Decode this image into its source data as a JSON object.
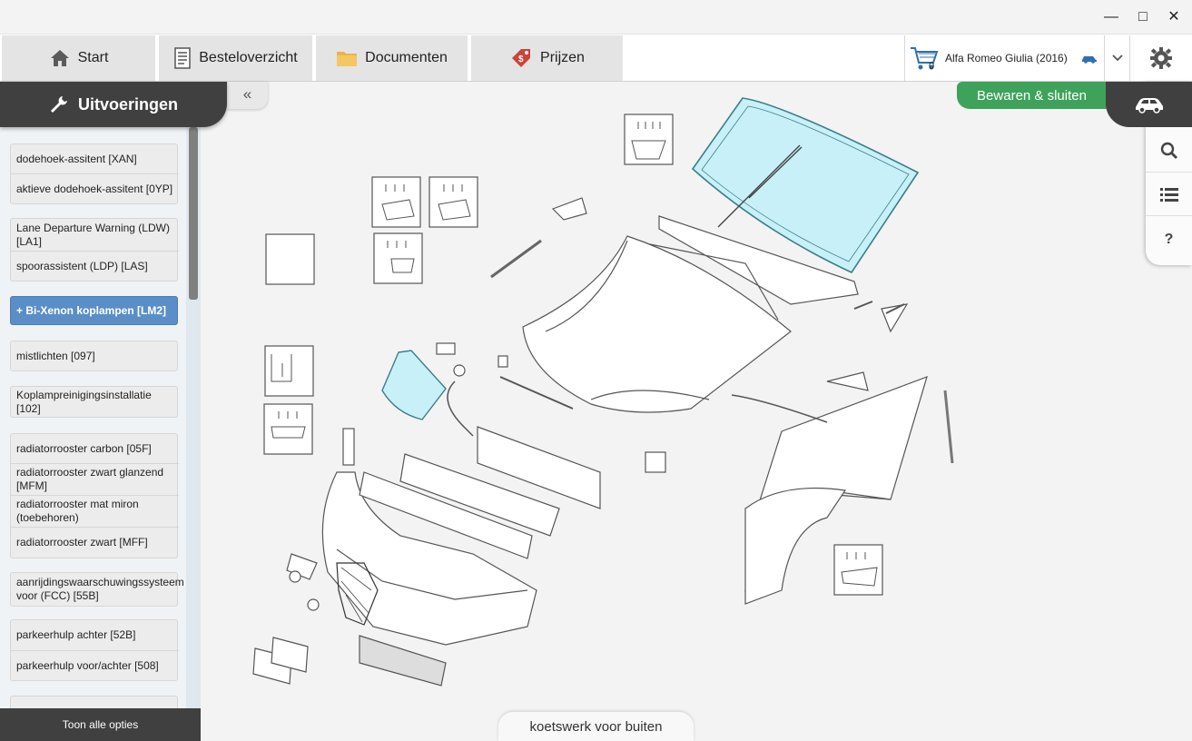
{
  "window": {
    "minimize": "—",
    "maximize": "□",
    "close": "✕"
  },
  "tabs": [
    {
      "label": "Start",
      "icon": "home-icon"
    },
    {
      "label": "Besteloverzicht",
      "icon": "order-list-icon"
    },
    {
      "label": "Documenten",
      "icon": "folder-icon"
    },
    {
      "label": "Prijzen",
      "icon": "price-tag-icon"
    }
  ],
  "vehicle": {
    "label": "Alfa Romeo Giulia (2016)",
    "cart_count": "0"
  },
  "sidebar": {
    "title": "Uitvoeringen",
    "collapse": "«",
    "show_all": "Toon alle opties",
    "groups": [
      {
        "items": [
          "dodehoek-assitent [XAN]",
          "aktieve dodehoek-assitent [0YP]"
        ]
      },
      {
        "items": [
          "Lane Departure Warning (LDW) [LA1]",
          "spoorassistent (LDP) [LAS]"
        ]
      },
      {
        "items": [
          "+ Bi-Xenon koplampen [LM2]"
        ],
        "selected": true
      },
      {
        "items": [
          "mistlichten [097]"
        ]
      },
      {
        "items": [
          "Koplampreinigingsinstallatie [102]"
        ]
      },
      {
        "items": [
          "radiatorrooster carbon [05F]",
          "radiatorrooster zwart glanzend [MFM]",
          "radiatorrooster mat miron (toebehoren)",
          "radiatorrooster zwart [MFF]"
        ]
      },
      {
        "items": [
          "aanrijdingswaarschuwingssysteem voor (FCC) [55B]"
        ]
      },
      {
        "items": [
          "parkeerhulp achter [52B]",
          "parkeerhulp voor/achter [508]"
        ]
      }
    ]
  },
  "main": {
    "save_button": "Bewaren & sluiten",
    "view_label": "koetswerk voor buiten",
    "highlight_color": "#c8f0f8",
    "line_color": "#555555"
  }
}
